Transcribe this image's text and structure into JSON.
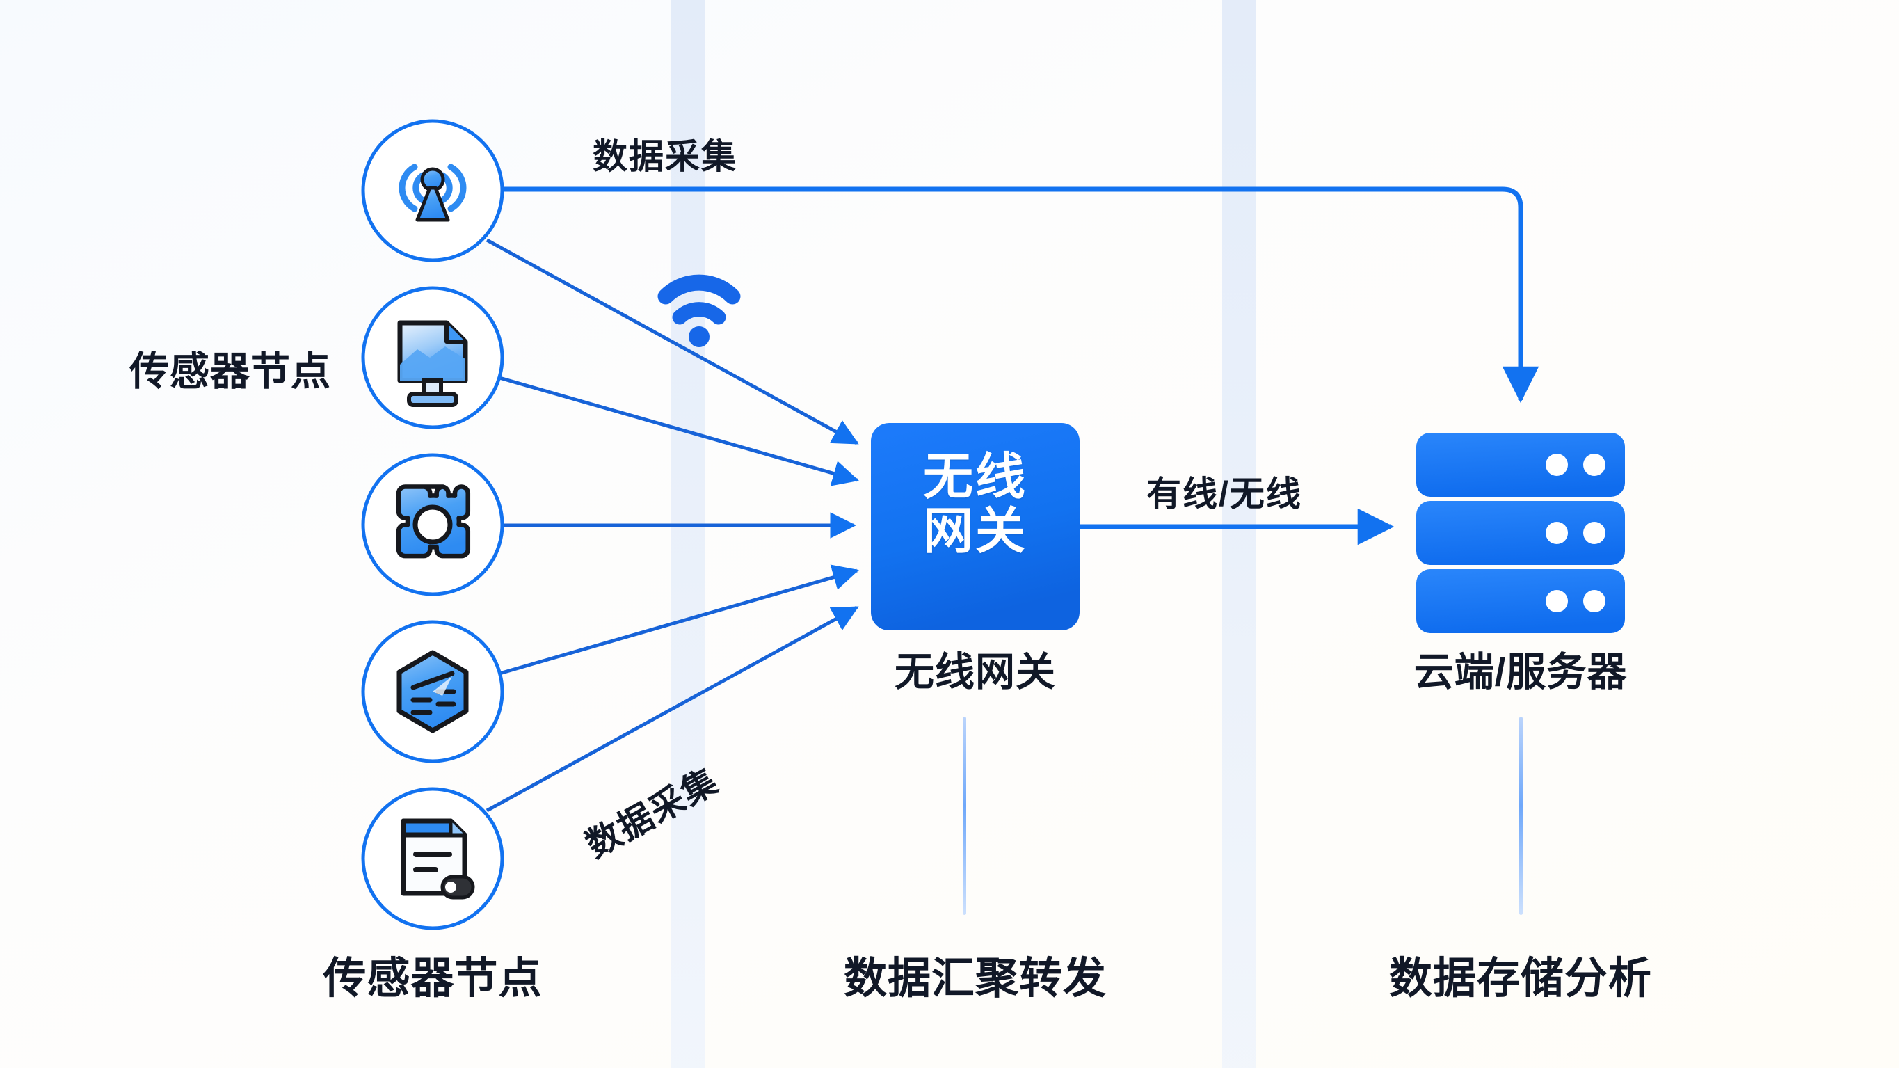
{
  "diagram": {
    "title_theme_color": "#1272F0",
    "line_color": "#1763D8",
    "accent_color": "#1272F0",
    "text_color": "#111827",
    "background": "#FEFEFE",
    "band_color": "#DCE7F7"
  },
  "nodes": {
    "sensors": [
      {
        "id": "antenna",
        "icon": "antenna-signal-icon"
      },
      {
        "id": "monitor",
        "icon": "monitor-document-icon"
      },
      {
        "id": "gear",
        "icon": "gear-icon"
      },
      {
        "id": "hexagon",
        "icon": "hexagon-list-icon"
      },
      {
        "id": "document",
        "icon": "document-record-icon"
      }
    ],
    "sensor_label_left": "传感器节点",
    "sensor_label_bottom": "传感器节点",
    "gateway": {
      "box_line1": "无线",
      "box_line2": "网关",
      "caption": "无线网关",
      "icon": "wireless-gateway-box"
    },
    "server": {
      "caption": "云端/服务器",
      "icon": "server-rack-icon",
      "rack_count": 3
    },
    "wifi_icon": "wifi-icon"
  },
  "edges": {
    "collect_top": "数据采集",
    "collect_bottom": "数据采集",
    "uplink": "有线/无线"
  },
  "stages": [
    {
      "id": "stage-acquire",
      "label": "传感器节点"
    },
    {
      "id": "stage-aggregate",
      "label": "数据汇聚转发"
    },
    {
      "id": "stage-store",
      "label": "数据存储分析"
    }
  ]
}
